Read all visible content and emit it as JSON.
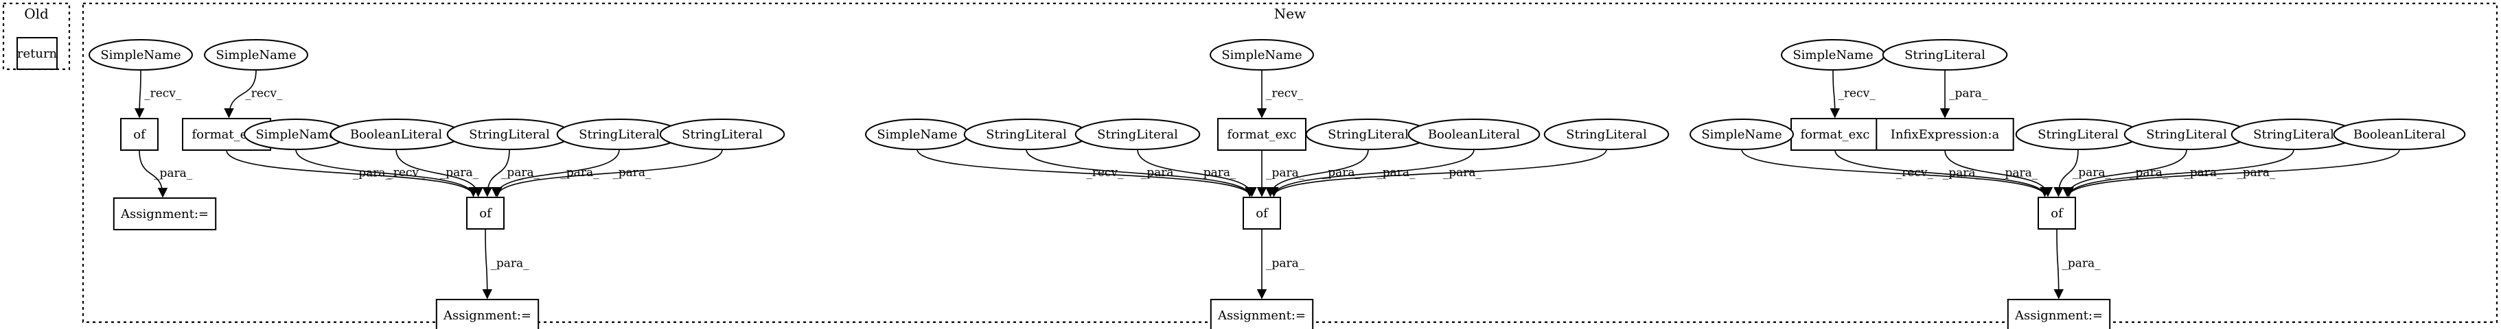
{
  "clusters": [
    {
      "id": "old",
      "label": "Old"
    },
    {
      "id": "new",
      "label": "New"
    }
  ],
  "nodes": [
    {
      "id": "old_return",
      "label": "return",
      "shape": "box"
    },
    {
      "id": "g1_sn1",
      "label": "SimpleName",
      "shape": "ellipse"
    },
    {
      "id": "g1_sn2",
      "label": "SimpleName",
      "shape": "ellipse"
    },
    {
      "id": "g1_of1",
      "label": "of",
      "shape": "box"
    },
    {
      "id": "g1_fmt",
      "label": "format_exc",
      "shape": "box"
    },
    {
      "id": "g1_asg1",
      "label": "Assignment:=",
      "shape": "box"
    },
    {
      "id": "g1_sn3",
      "label": "SimpleName",
      "shape": "ellipse"
    },
    {
      "id": "g1_bool",
      "label": "BooleanLiteral",
      "shape": "ellipse"
    },
    {
      "id": "g1_str1",
      "label": "StringLiteral",
      "shape": "ellipse"
    },
    {
      "id": "g1_str2",
      "label": "StringLiteral",
      "shape": "ellipse"
    },
    {
      "id": "g1_str3",
      "label": "StringLiteral",
      "shape": "ellipse"
    },
    {
      "id": "g1_of2",
      "label": "of",
      "shape": "box"
    },
    {
      "id": "g1_asg2",
      "label": "Assignment:=",
      "shape": "box"
    },
    {
      "id": "g2_sn1",
      "label": "SimpleName",
      "shape": "ellipse"
    },
    {
      "id": "g2_fmt",
      "label": "format_exc",
      "shape": "box"
    },
    {
      "id": "g2_sn2",
      "label": "SimpleName",
      "shape": "ellipse"
    },
    {
      "id": "g2_str1",
      "label": "StringLiteral",
      "shape": "ellipse"
    },
    {
      "id": "g2_str2",
      "label": "StringLiteral",
      "shape": "ellipse"
    },
    {
      "id": "g2_str3",
      "label": "StringLiteral",
      "shape": "ellipse"
    },
    {
      "id": "g2_bool",
      "label": "BooleanLiteral",
      "shape": "ellipse"
    },
    {
      "id": "g2_str4",
      "label": "StringLiteral",
      "shape": "ellipse"
    },
    {
      "id": "g2_of",
      "label": "of",
      "shape": "box"
    },
    {
      "id": "g2_asg",
      "label": "Assignment:=",
      "shape": "box"
    },
    {
      "id": "g3_sn1",
      "label": "SimpleName",
      "shape": "ellipse"
    },
    {
      "id": "g3_str0",
      "label": "StringLiteral",
      "shape": "ellipse"
    },
    {
      "id": "g3_fmt",
      "label": "format_exc",
      "shape": "box"
    },
    {
      "id": "g3_infix",
      "label": "InfixExpression:a",
      "shape": "box"
    },
    {
      "id": "g3_sn2",
      "label": "SimpleName",
      "shape": "ellipse"
    },
    {
      "id": "g3_str1",
      "label": "StringLiteral",
      "shape": "ellipse"
    },
    {
      "id": "g3_str2",
      "label": "StringLiteral",
      "shape": "ellipse"
    },
    {
      "id": "g3_str3",
      "label": "StringLiteral",
      "shape": "ellipse"
    },
    {
      "id": "g3_bool",
      "label": "BooleanLiteral",
      "shape": "ellipse"
    },
    {
      "id": "g3_of",
      "label": "of",
      "shape": "box"
    },
    {
      "id": "g3_asg",
      "label": "Assignment:=",
      "shape": "box"
    }
  ],
  "edges": [
    {
      "from": "g1_sn1",
      "to": "g1_of1",
      "label": "_recv_"
    },
    {
      "from": "g1_of1",
      "to": "g1_asg1",
      "label": "_para_"
    },
    {
      "from": "g1_sn2",
      "to": "g1_fmt",
      "label": "_recv_"
    },
    {
      "from": "g1_fmt",
      "to": "g1_of2",
      "label": "_para_"
    },
    {
      "from": "g1_sn3",
      "to": "g1_of2",
      "label": "_recv_"
    },
    {
      "from": "g1_bool",
      "to": "g1_of2",
      "label": "_para_"
    },
    {
      "from": "g1_str1",
      "to": "g1_of2",
      "label": "_para_"
    },
    {
      "from": "g1_str2",
      "to": "g1_of2",
      "label": "_para_"
    },
    {
      "from": "g1_str3",
      "to": "g1_of2",
      "label": "_para_"
    },
    {
      "from": "g1_of2",
      "to": "g1_asg2",
      "label": "_para_"
    },
    {
      "from": "g2_sn1",
      "to": "g2_fmt",
      "label": "_recv_"
    },
    {
      "from": "g2_sn2",
      "to": "g2_of",
      "label": "_recv_"
    },
    {
      "from": "g2_str1",
      "to": "g2_of",
      "label": "_para_"
    },
    {
      "from": "g2_str2",
      "to": "g2_of",
      "label": "_para_"
    },
    {
      "from": "g2_fmt",
      "to": "g2_of",
      "label": "_para_"
    },
    {
      "from": "g2_str3",
      "to": "g2_of",
      "label": "_para_"
    },
    {
      "from": "g2_bool",
      "to": "g2_of",
      "label": "_para_"
    },
    {
      "from": "g2_str4",
      "to": "g2_of",
      "label": "_para_"
    },
    {
      "from": "g2_of",
      "to": "g2_asg",
      "label": "_para_"
    },
    {
      "from": "g3_sn1",
      "to": "g3_fmt",
      "label": "_recv_"
    },
    {
      "from": "g3_str0",
      "to": "g3_infix",
      "label": "_para_"
    },
    {
      "from": "g3_sn2",
      "to": "g3_of",
      "label": "_recv_"
    },
    {
      "from": "g3_fmt",
      "to": "g3_of",
      "label": "_para_"
    },
    {
      "from": "g3_infix",
      "to": "g3_of",
      "label": "_para_"
    },
    {
      "from": "g3_str1",
      "to": "g3_of",
      "label": "_para_"
    },
    {
      "from": "g3_str2",
      "to": "g3_of",
      "label": "_para_"
    },
    {
      "from": "g3_str3",
      "to": "g3_of",
      "label": "_para_"
    },
    {
      "from": "g3_bool",
      "to": "g3_of",
      "label": "_para_"
    },
    {
      "from": "g3_of",
      "to": "g3_asg",
      "label": "_para_"
    }
  ]
}
